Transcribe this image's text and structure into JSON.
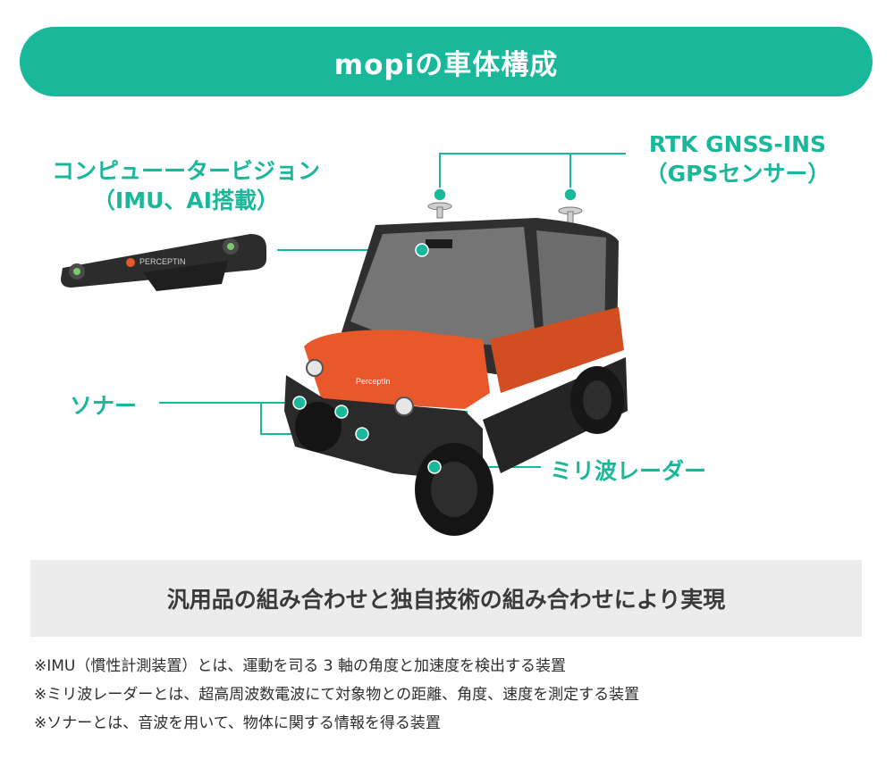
{
  "title": "mopiの車体構成",
  "labels": {
    "computer_vision": [
      "コンピューータービジョン",
      "（IMU、AI搭載）"
    ],
    "rtk": [
      "RTK GNSS-INS",
      "（GPSセンサー）"
    ],
    "sonar": "ソナー",
    "radar": "ミリ波レーダー"
  },
  "camera_brand": "PERCEPTIN",
  "vehicle_badge": "PerceptIn",
  "summary": "汎用品の組み合わせと独自技術の組み合わせにより実現",
  "notes": [
    "※IMU（慣性計測装置）とは、運動を司る 3 軸の角度と加速度を検出する装置",
    "※ミリ波レーダーとは、超高周波数電波にて対象物との距離、角度、速度を測定する装置",
    "※ソナーとは、音波を用いて、物体に関する情報を得る装置"
  ],
  "colors": {
    "accent": "#19b89b",
    "vehicle_orange": "#e8582a",
    "summary_bg": "#ececec"
  }
}
